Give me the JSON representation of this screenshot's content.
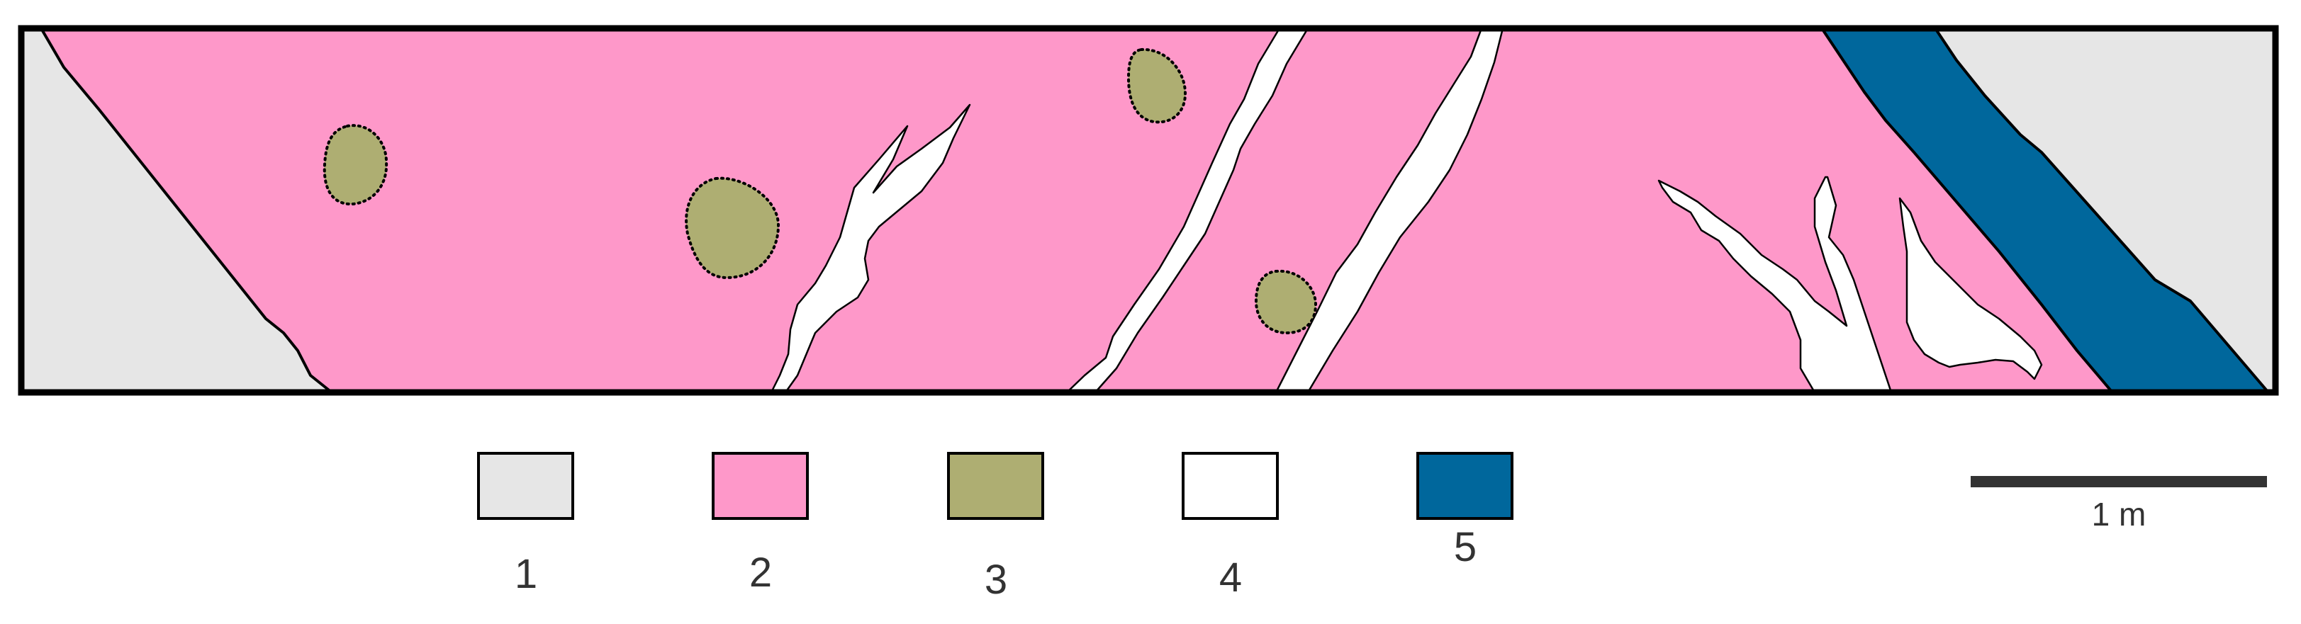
{
  "legend": [
    {
      "label": "1",
      "color": "#e6e6e6"
    },
    {
      "label": "2",
      "color": "#fe98c9"
    },
    {
      "label": "3",
      "color": "#aeae72"
    },
    {
      "label": "4",
      "color": "#ffffff"
    },
    {
      "label": "5",
      "color": "#00679c"
    }
  ],
  "scale_bar": {
    "label": "1 m"
  },
  "colors": {
    "outline": "#000000",
    "unit1": "#e6e6e6",
    "unit2": "#fe98c9",
    "unit3": "#aeae72",
    "unit4": "#ffffff",
    "unit5": "#00679c"
  }
}
